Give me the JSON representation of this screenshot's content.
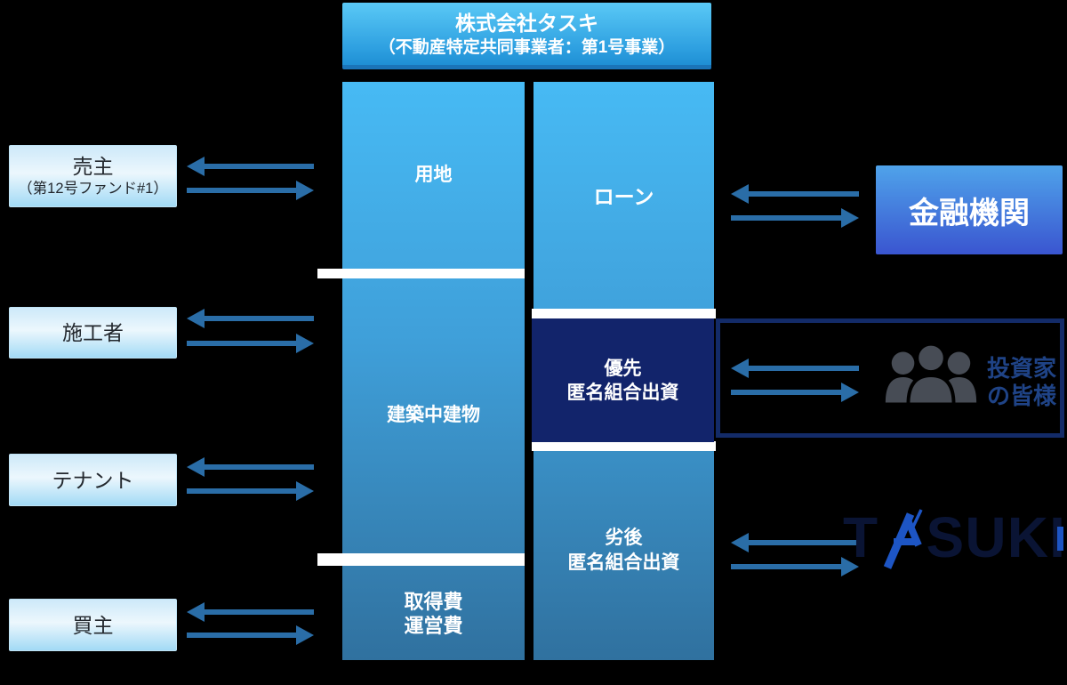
{
  "header": {
    "line1": "株式会社タスキ",
    "line2": "（不動産特定共同事業者：第1号事業）"
  },
  "left_parties": [
    {
      "label": "売主",
      "sublabel": "（第12号ファンド#1）"
    },
    {
      "label": "施工者"
    },
    {
      "label": "テナント"
    },
    {
      "label": "買主"
    }
  ],
  "asset_column": [
    {
      "label": "用地"
    },
    {
      "label": "建築中建物"
    },
    {
      "line1": "取得費",
      "line2": "運営費"
    }
  ],
  "funding_column": [
    {
      "label": "ローン"
    },
    {
      "line1": "優先",
      "line2": "匿名組合出資"
    },
    {
      "line1": "劣後",
      "line2": "匿名組合出資"
    }
  ],
  "bank": {
    "label": "金融機関"
  },
  "investors": {
    "line1": "投資家",
    "line2": "の皆様"
  },
  "logo": {
    "letters": [
      "T",
      "A",
      "S",
      "U",
      "K",
      "I"
    ]
  },
  "icons": {
    "investors": "people-group-icon",
    "logo_mark": "tasuki-a-icon"
  },
  "colors": {
    "background": "#000000",
    "arrow": "#2a6da7",
    "column_top": "#47baf4",
    "column_bottom": "#30719f",
    "priority_navy_box": "#12246b",
    "divider": "#ffffff",
    "header_top": "#5ac9f6",
    "header_bottom": "#1f8fd4",
    "bank_top": "#4fa3ea",
    "bank_bottom": "#3a55d0",
    "investor_border": "#132b68",
    "investor_text": "#1f4386",
    "people_icon": "#474c55",
    "logo_blue": "#1d55c4",
    "logo_dark": "#0a1434",
    "party_text": "#23282e"
  }
}
